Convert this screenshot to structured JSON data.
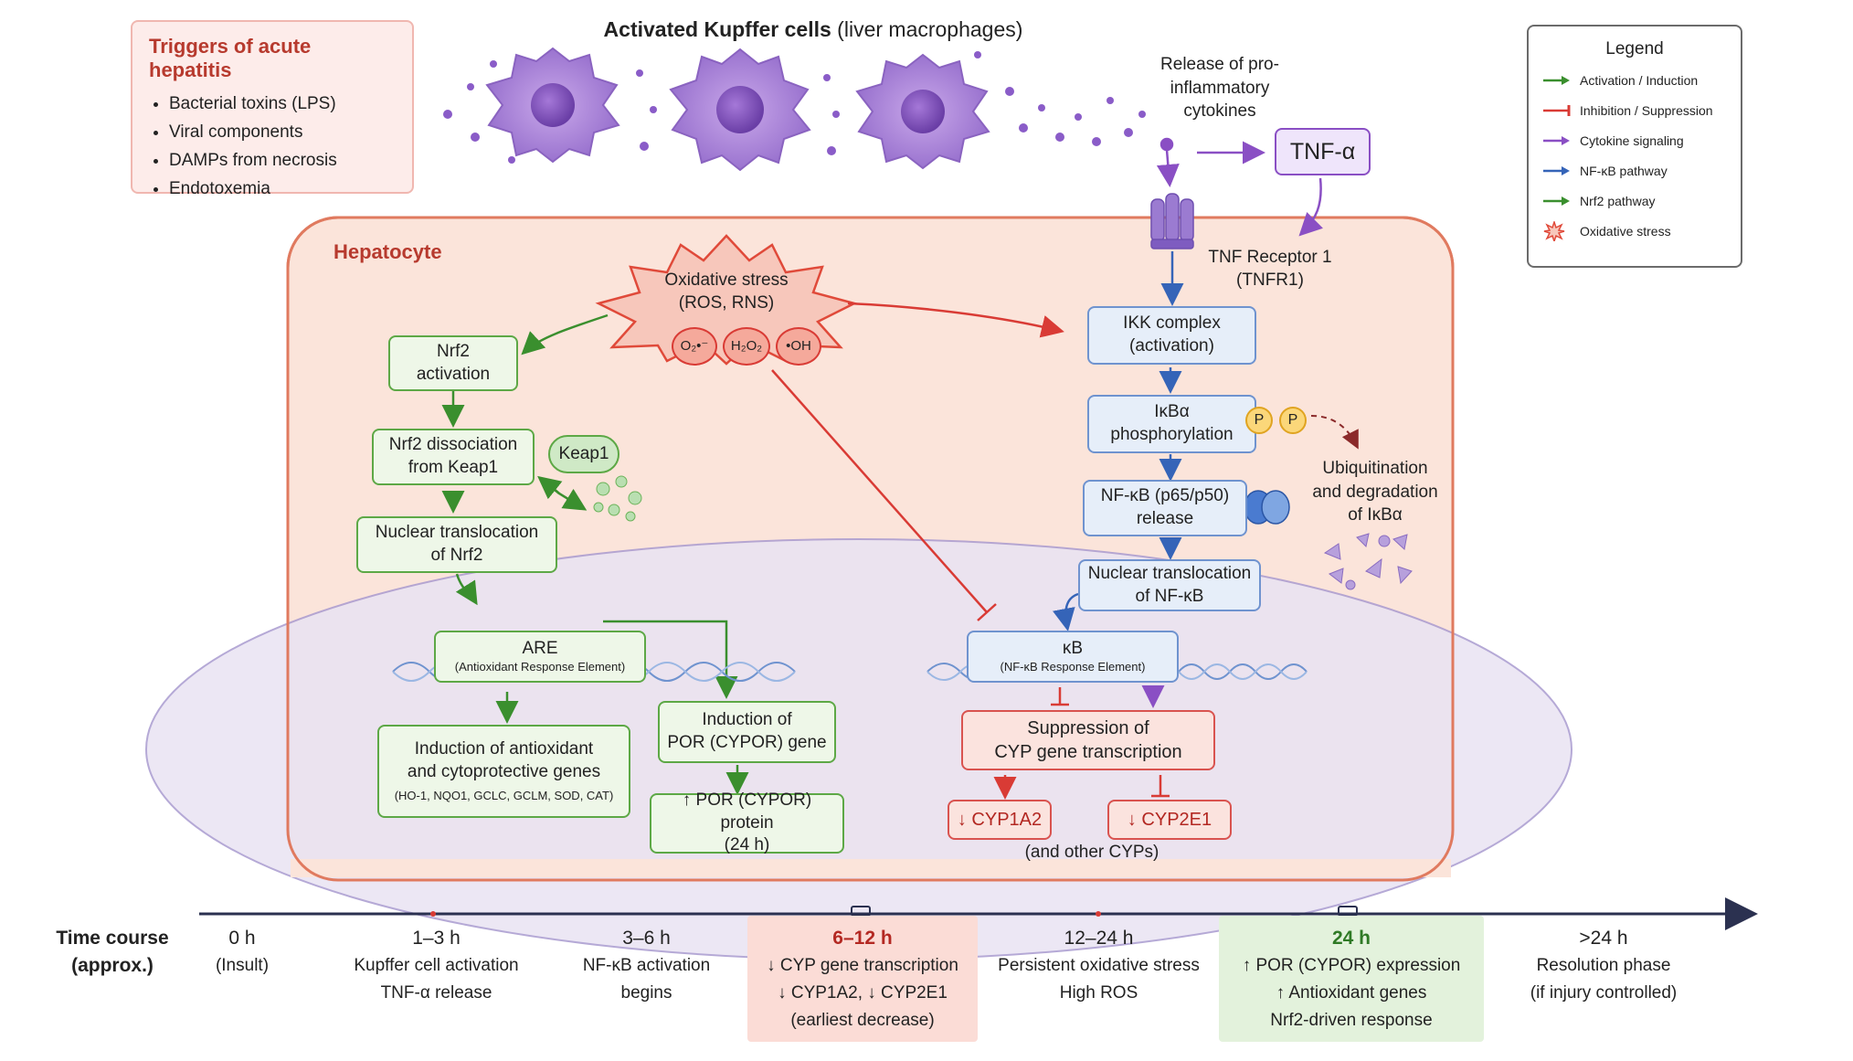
{
  "colors": {
    "activation": "#3a8f2e",
    "inhibition": "#d93b35",
    "cytokine": "#8a4fc4",
    "nfkb": "#3564b8",
    "nrf2": "#3a8f2e",
    "hepatocyte_fill": "#fbe4da",
    "nucleus_fill": "#e9e3f3"
  },
  "title": {
    "bold": "Activated Kupffer cells",
    "rest": " (liver macrophages)"
  },
  "triggers": {
    "heading": "Triggers of acute hepatitis",
    "items": [
      "Bacterial toxins (LPS)",
      "Viral components",
      "DAMPs from necrosis",
      "Endotoxemia"
    ]
  },
  "legend": {
    "heading": "Legend",
    "items": [
      {
        "label": "Activation / Induction",
        "style": "arrow",
        "color": "#3a8f2e"
      },
      {
        "label": "Inhibition / Suppression",
        "style": "tbar",
        "color": "#d93b35"
      },
      {
        "label": "Cytokine signaling",
        "style": "arrow",
        "color": "#8a4fc4"
      },
      {
        "label": "NF-κB pathway",
        "style": "arrow",
        "color": "#3564b8"
      },
      {
        "label": "Nrf2 pathway",
        "style": "arrow",
        "color": "#3a8f2e"
      },
      {
        "label": "Oxidative stress",
        "style": "star",
        "color": "#e04a3a"
      }
    ]
  },
  "cytokine_release": {
    "line1": "Release of pro-",
    "line2": "inflammatory",
    "line3": "cytokines"
  },
  "tnf": "TNF-α",
  "receptor": {
    "line1": "TNF Receptor 1",
    "line2": "(TNFR1)"
  },
  "hepatocyte_label": "Hepatocyte",
  "oxidative": {
    "line1": "Oxidative stress",
    "line2": "(ROS, RNS)",
    "ros": [
      "O₂•⁻",
      "H₂O₂",
      "•OH"
    ]
  },
  "nrf2": {
    "activation": {
      "line1": "Nrf2",
      "line2": "activation"
    },
    "dissociation": {
      "line1": "Nrf2 dissociation",
      "line2": "from Keap1"
    },
    "keap1": "Keap1",
    "translocation": {
      "line1": "Nuclear translocation",
      "line2": "of Nrf2"
    },
    "are": {
      "title": "ARE",
      "sub": "(Antioxidant Response Element)"
    },
    "antioxidant": {
      "line1": "Induction of antioxidant",
      "line2": "and cytoprotective genes",
      "sub": "(HO-1, NQO1, GCLC, GCLM, SOD, CAT)"
    },
    "por_gene": {
      "line1": "Induction of",
      "line2": "POR (CYPOR) gene"
    },
    "por_protein": {
      "line1": "↑ POR (CYPOR) protein",
      "line2": "(24 h)"
    }
  },
  "nfkb": {
    "ikk": {
      "line1": "IKK complex",
      "line2": "(activation)"
    },
    "ikba": {
      "line1": "IκBα",
      "line2": "phosphorylation"
    },
    "p": "P",
    "ubiq": {
      "line1": "Ubiquitination",
      "line2": "and degradation",
      "line3": "of IκBα"
    },
    "release": {
      "line1": "NF-κB (p65/p50)",
      "line2": "release"
    },
    "translocation": {
      "line1": "Nuclear translocation",
      "line2": "of NF-κB"
    },
    "kb": {
      "title": "κB",
      "sub": "(NF-κB Response Element)"
    },
    "suppression": {
      "line1": "Suppression of",
      "line2": "CYP gene transcription"
    },
    "cyp1a2": "↓ CYP1A2",
    "cyp2e1": "↓ CYP2E1",
    "other": "(and other CYPs)"
  },
  "timecourse": {
    "label": {
      "line1": "Time course",
      "line2": "(approx.)"
    },
    "points": [
      {
        "time": "0 h",
        "lines": [
          "(Insult)"
        ]
      },
      {
        "time": "1–3 h",
        "lines": [
          "Kupffer cell activation",
          "TNF-α release"
        ]
      },
      {
        "time": "3–6 h",
        "lines": [
          "NF-κB activation",
          "begins"
        ]
      },
      {
        "time": "6–12 h",
        "lines": [
          "↓ CYP gene transcription",
          "↓ CYP1A2, ↓ CYP2E1",
          "(earliest decrease)"
        ]
      },
      {
        "time": "12–24 h",
        "lines": [
          "Persistent oxidative stress",
          "High ROS"
        ]
      },
      {
        "time": "24 h",
        "lines": [
          "↑ POR (CYPOR) expression",
          "↑ Antioxidant genes",
          "Nrf2-driven response"
        ]
      },
      {
        "time": ">24 h",
        "lines": [
          "Resolution phase",
          "(if injury controlled)"
        ]
      }
    ]
  }
}
